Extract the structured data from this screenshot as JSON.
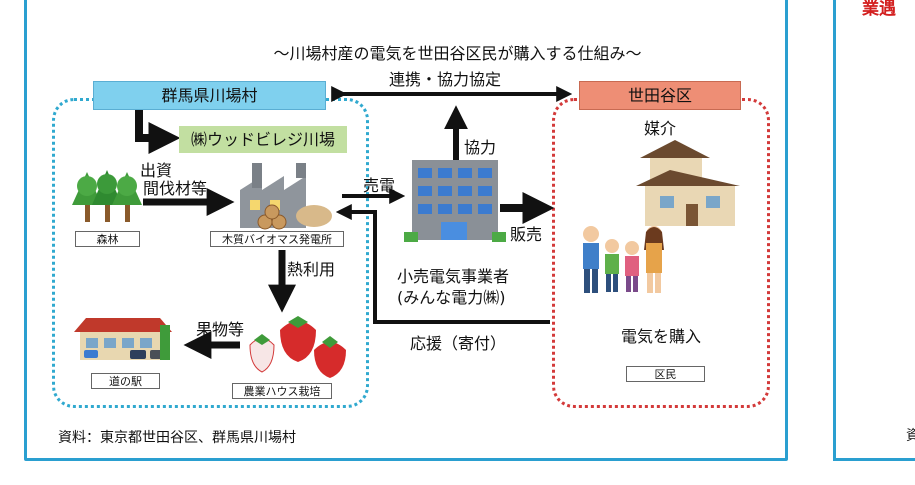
{
  "title": "〜川場村産の電気を世田谷区民が購入する仕組み〜",
  "nodes": {
    "gunma": "群馬県川場村",
    "setagaya": "世田谷区",
    "woodvillage": "㈱ウッドビレジ川場",
    "forest": "森林",
    "biomass": "木質バイオマス発電所",
    "retailer_line1": "小売電気事業者",
    "retailer_line2": "(みんな電力㈱)",
    "michinoeki": "道の駅",
    "greenhouse": "農業ハウス栽培",
    "residents": "区民",
    "buy_power": "電気を購入"
  },
  "edges": {
    "partnership": "連携・協力協定",
    "investment": "出資",
    "thinned_wood": "間伐材等",
    "sell_power": "売電",
    "cooperation": "協力",
    "retail_sale": "販売",
    "heat_use": "熱利用",
    "fruits": "果物等",
    "support": "応援（寄付）",
    "mediation": "媒介"
  },
  "source": "資料：東京都世田谷区、群馬県川場村",
  "next_panel": {
    "title_fragment": "業遇",
    "source_fragment": "資"
  },
  "colors": {
    "frame": "#2a9fd0",
    "gunma_header": "#7fd0ee",
    "setagaya_header": "#ee8e75",
    "woodvillage": "#c2dfa1",
    "dotted_blue": "#30a9cf",
    "dotted_red": "#d33a3a",
    "arrow": "#111111",
    "next_title": "#d32020"
  }
}
